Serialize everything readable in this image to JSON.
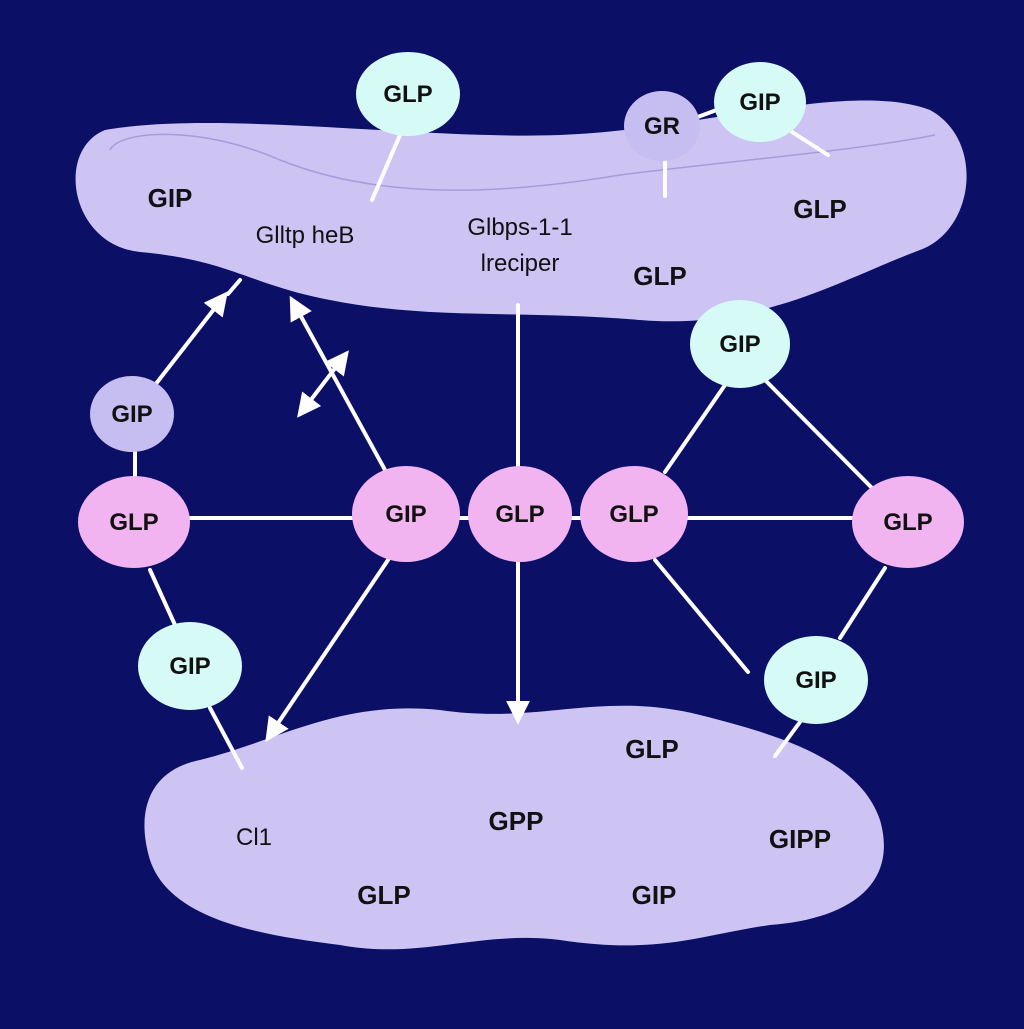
{
  "colors": {
    "background": "#0b0f66",
    "region": "#cdc4f4",
    "node_mint": "#d6fbf6",
    "node_pink": "#f2b3f1",
    "node_lavender": "#c6bdf0",
    "link": "#ffffff"
  },
  "top_region": {
    "labels": [
      "GIP",
      "Glltp heB",
      "Glbps-1-1",
      "lrecipеr",
      "GLP",
      "GLP"
    ]
  },
  "bottom_region": {
    "labels": [
      "GLP",
      "Cl1",
      "GPP",
      "GIPP",
      "GLP",
      "GIP"
    ]
  },
  "nodes": {
    "glp_top": "GLP",
    "gr_top": "GR",
    "gip_top_right": "GIP",
    "gip_right_upper": "GIP",
    "gip_left_upper": "GIP",
    "glp_left_mid": "GLP",
    "gip_center_left": "GIP",
    "glp_center": "GLP",
    "glp_center_right": "GLP",
    "glp_right_mid": "GLP",
    "gip_left_lower": "GIP",
    "gip_right_lower": "GIP"
  }
}
